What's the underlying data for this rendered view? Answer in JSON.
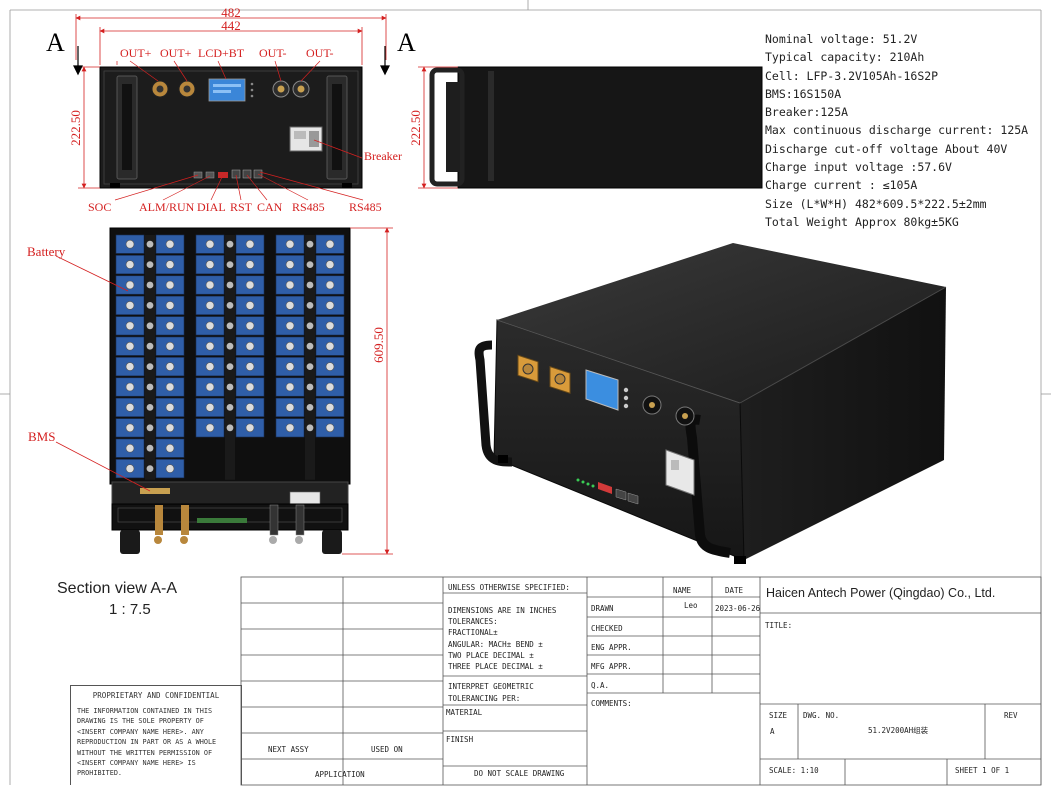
{
  "drawing": {
    "dimensions": {
      "width_outer": "482",
      "width_inner": "442",
      "height_front": "222.50",
      "height_side": "222.50",
      "depth": "609.50"
    },
    "section_marker": "A"
  },
  "front_labels": {
    "out_plus_1": "OUT+",
    "out_plus_2": "OUT+",
    "lcd_bt": "LCD+BT",
    "out_minus_1": "OUT-",
    "out_minus_2": "OUT-",
    "breaker": "Breaker",
    "soc": "SOC",
    "alm_run": "ALM/RUN",
    "dial": "DIAL",
    "rst": "RST",
    "can": "CAN",
    "rs485_1": "RS485",
    "rs485_2": "RS485"
  },
  "top_labels": {
    "battery": "Battery",
    "bms": "BMS"
  },
  "specs": [
    "Nominal voltage:  51.2V",
    "Typical capacity:  210Ah",
    "Cell: LFP-3.2V105Ah-16S2P",
    "BMS:16S150A",
    "Breaker:125A",
    "Max continuous discharge current: 125A",
    "Discharge cut-off voltage About 40V",
    "Charge input voltage :57.6V",
    "Charge current : ≤105A",
    "Size (L*W*H) 482*609.5*222.5±2mm",
    "Total Weight Approx 80kg±5KG"
  ],
  "section_view": {
    "title": "Section view  A-A",
    "scale": "1 : 7.5"
  },
  "proprietary": {
    "title": "PROPRIETARY AND CONFIDENTIAL",
    "body": [
      "THE INFORMATION CONTAINED IN THIS",
      "DRAWING IS THE SOLE PROPERTY OF",
      "<INSERT COMPANY NAME HERE>.  ANY",
      "REPRODUCTION IN PART OR AS A WHOLE",
      "WITHOUT THE WRITTEN PERMISSION OF",
      "<INSERT COMPANY NAME HERE> IS",
      "PROHIBITED."
    ]
  },
  "title_block": {
    "next_assy": "NEXT ASSY",
    "used_on": "USED ON",
    "application": "APPLICATION",
    "unless_specified": "UNLESS OTHERWISE SPECIFIED:",
    "dims_inches": "DIMENSIONS ARE IN INCHES",
    "tolerances": "TOLERANCES:",
    "fractional": "FRACTIONAL±",
    "angular": "ANGULAR: MACH±    BEND ±",
    "two_place": "TWO PLACE DECIMAL    ±",
    "three_place": "THREE PLACE DECIMAL   ±",
    "interpret_1": "INTERPRET GEOMETRIC",
    "interpret_2": "TOLERANCING PER:",
    "material": "MATERIAL",
    "finish": "FINISH",
    "do_not_scale": "DO NOT SCALE DRAWING",
    "name_header": "NAME",
    "date_header": "DATE",
    "drawn": "DRAWN",
    "drawn_name": "Leo",
    "drawn_date": "2023-06-26",
    "checked": "CHECKED",
    "eng_appr": "ENG APPR.",
    "mfg_appr": "MFG APPR.",
    "qa": "Q.A.",
    "comments": "COMMENTS:",
    "company": "Haicen Antech Power (Qingdao) Co., Ltd.",
    "title_label": "TITLE:",
    "size_label": "SIZE",
    "size_value": "A",
    "dwg_no_label": "DWG.  NO.",
    "dwg_no_value": "51.2V200AH组装",
    "rev_label": "REV",
    "scale": "SCALE: 1:10",
    "sheet": "SHEET 1 OF 1"
  }
}
